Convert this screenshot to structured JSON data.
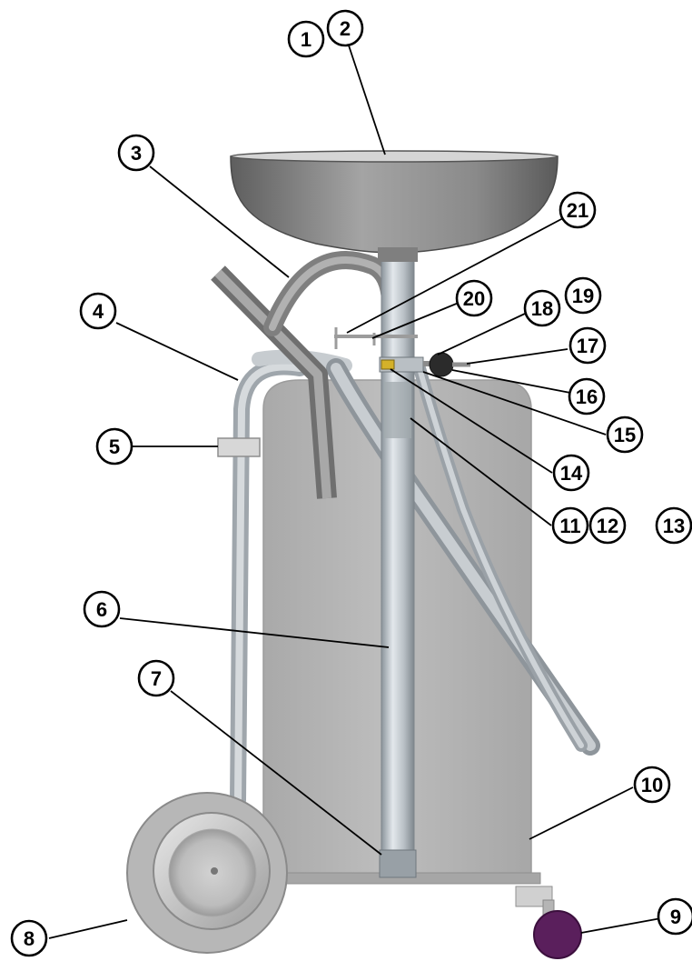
{
  "diagram": {
    "callouts": [
      {
        "id": "c1",
        "label": "1"
      },
      {
        "id": "c2",
        "label": "2"
      },
      {
        "id": "c3",
        "label": "3"
      },
      {
        "id": "c4",
        "label": "4"
      },
      {
        "id": "c5",
        "label": "5"
      },
      {
        "id": "c6",
        "label": "6"
      },
      {
        "id": "c7",
        "label": "7"
      },
      {
        "id": "c8",
        "label": "8"
      },
      {
        "id": "c9",
        "label": "9"
      },
      {
        "id": "c10",
        "label": "10"
      },
      {
        "id": "c11",
        "label": "11"
      },
      {
        "id": "c12",
        "label": "12"
      },
      {
        "id": "c13",
        "label": "13"
      },
      {
        "id": "c14",
        "label": "14"
      },
      {
        "id": "c15",
        "label": "15"
      },
      {
        "id": "c16",
        "label": "16"
      },
      {
        "id": "c17",
        "label": "17"
      },
      {
        "id": "c18",
        "label": "18"
      },
      {
        "id": "c19",
        "label": "19"
      },
      {
        "id": "c20",
        "label": "20"
      },
      {
        "id": "c21",
        "label": "21"
      }
    ],
    "colors": {
      "tank": "#b3b3b3",
      "pipe": "#c5ccd2",
      "basin": "#8f8f8f",
      "hose": "#c2c7cc",
      "caster_wheel": "#5a1f5c",
      "valve_fitting": "#d4b12a"
    }
  }
}
